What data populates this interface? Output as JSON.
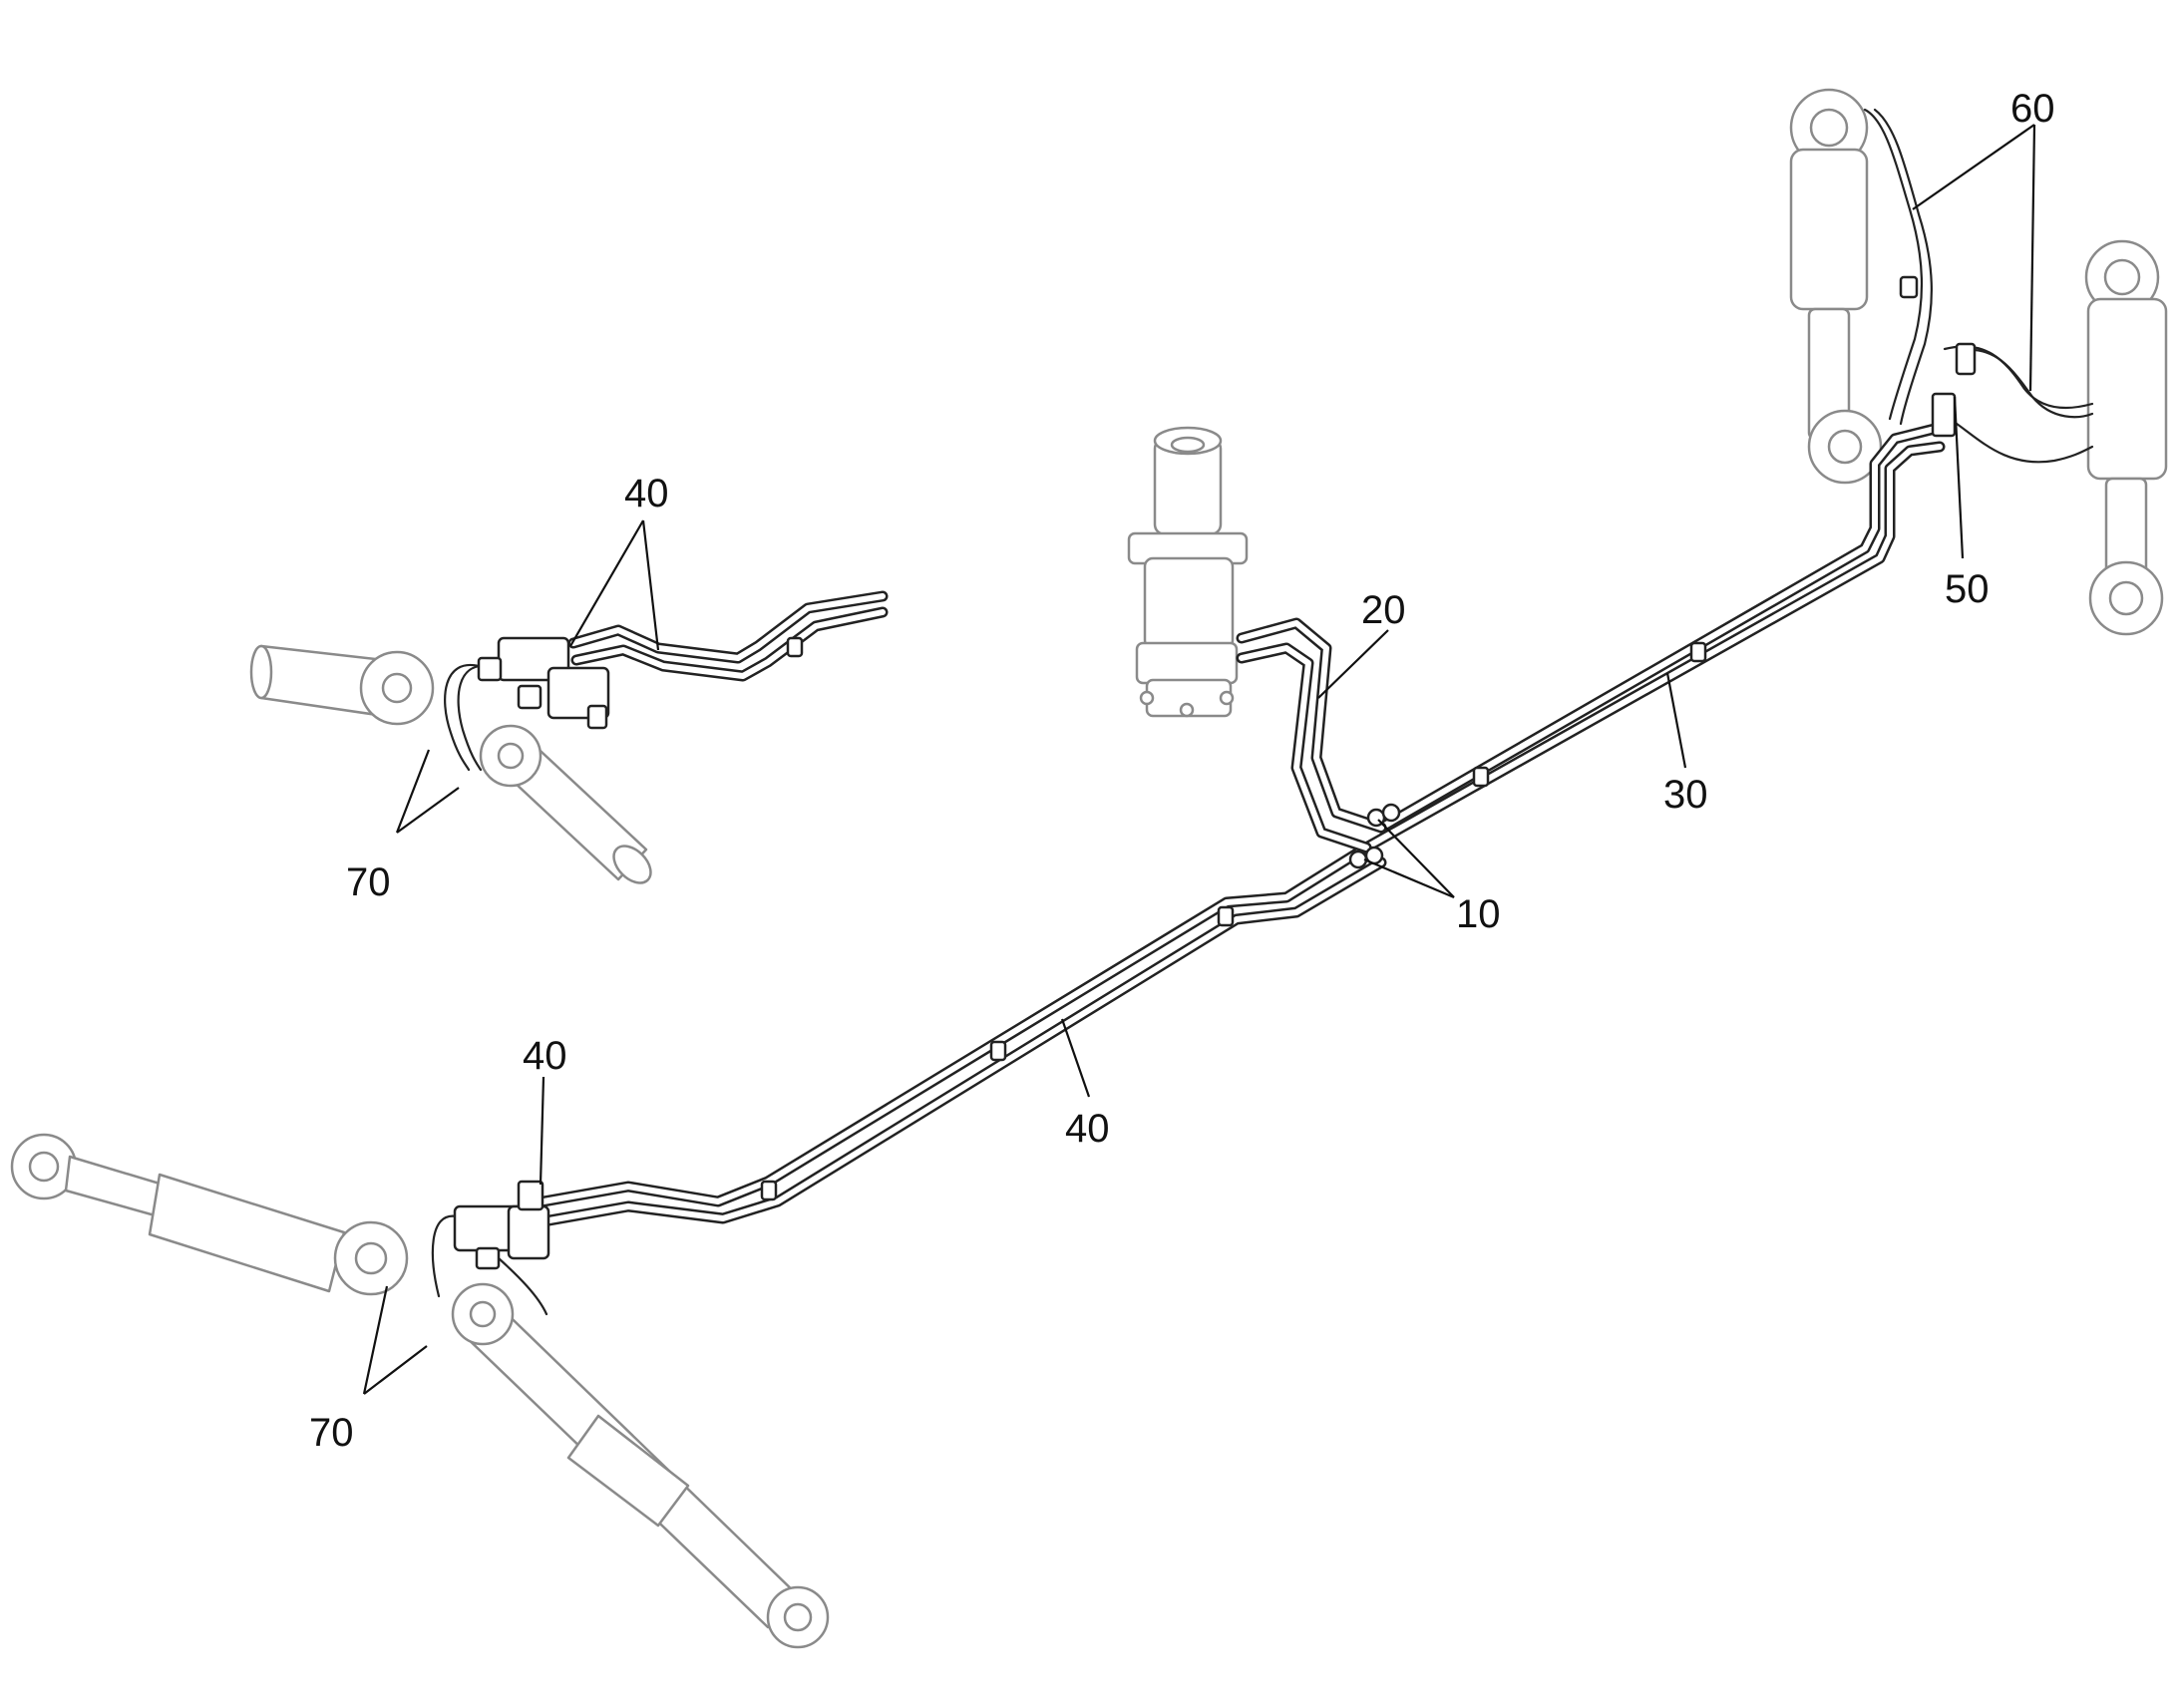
{
  "callouts": {
    "label_10": "10",
    "label_20": "20",
    "label_30": "30",
    "label_40_top": "40",
    "label_40_mid": "40",
    "label_40_bottom": "40",
    "label_50": "50",
    "label_60": "60",
    "label_70_top": "70",
    "label_70_bottom": "70"
  },
  "colors": {
    "line": "#222222",
    "component_outline": "#8a8a8a",
    "background": "#ffffff"
  }
}
